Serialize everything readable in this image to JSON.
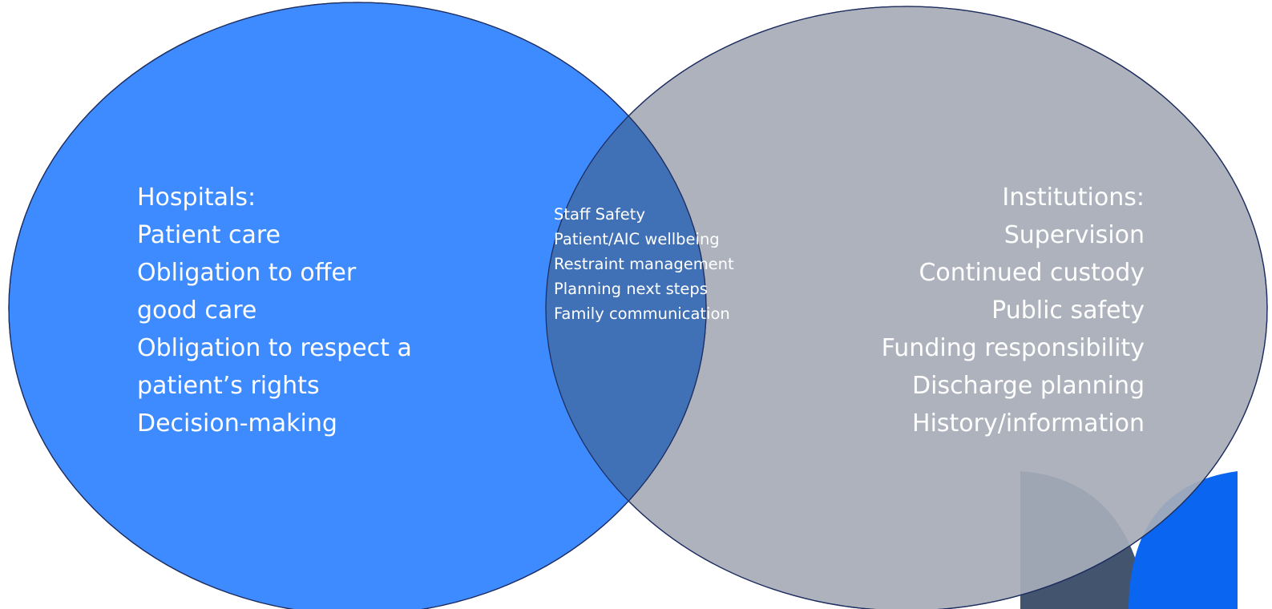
{
  "diagram": {
    "left_set": {
      "lines": [
        "Hospitals:",
        "Patient care",
        "Obligation to offer",
        "good care",
        "Obligation to respect a",
        "patient’s rights",
        "Decision-making"
      ],
      "color": "#3d8bff"
    },
    "right_set": {
      "lines": [
        "Institutions:",
        "Supervision",
        "Continued custody",
        "Public safety",
        "Funding responsibility",
        "Discharge planning",
        "History/information"
      ],
      "color": "#a7acb8"
    },
    "overlap": {
      "lines": [
        "Staff Safety",
        "Patient/AIC wellbeing",
        "Restraint management",
        "Planning next steps",
        "Family communication"
      ],
      "color": "#4070b5"
    },
    "outline_color": "#1f2e60",
    "decor_colors": {
      "dark_leaf": "#42546e",
      "blue_leaf": "#0a66f0"
    }
  }
}
